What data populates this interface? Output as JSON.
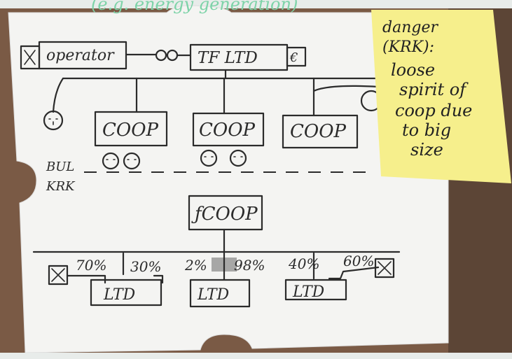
{
  "board": {
    "top_text": "(e.g. energy generation)",
    "operator_label": "operator",
    "company_top": "TF LTD",
    "currency_mark": "€",
    "coops": [
      "COOP",
      "COOP",
      "COOP"
    ],
    "region_bul": "BUL",
    "region_krk": "KRK",
    "fcoop_label": "ƒCOOP",
    "pct_1": "70%",
    "pct_2": "30%",
    "pct_3": "2%",
    "pct_4": "98%",
    "pct_5": "40%",
    "pct_6": "60%",
    "ltd_1": "LTD",
    "ltd_2": "LTD",
    "ltd_3": "LTD"
  },
  "sticky_note": {
    "lines": [
      "danger",
      "(KRK):",
      "loose",
      "spirit of",
      "coop due",
      "to big",
      "size"
    ],
    "color": "#f6ef8c"
  },
  "colors": {
    "frame": "#7a5a45",
    "whiteboard": "#f4f4f2",
    "ink": "#2b2b2b",
    "green_ink": "#7dd3a8"
  }
}
